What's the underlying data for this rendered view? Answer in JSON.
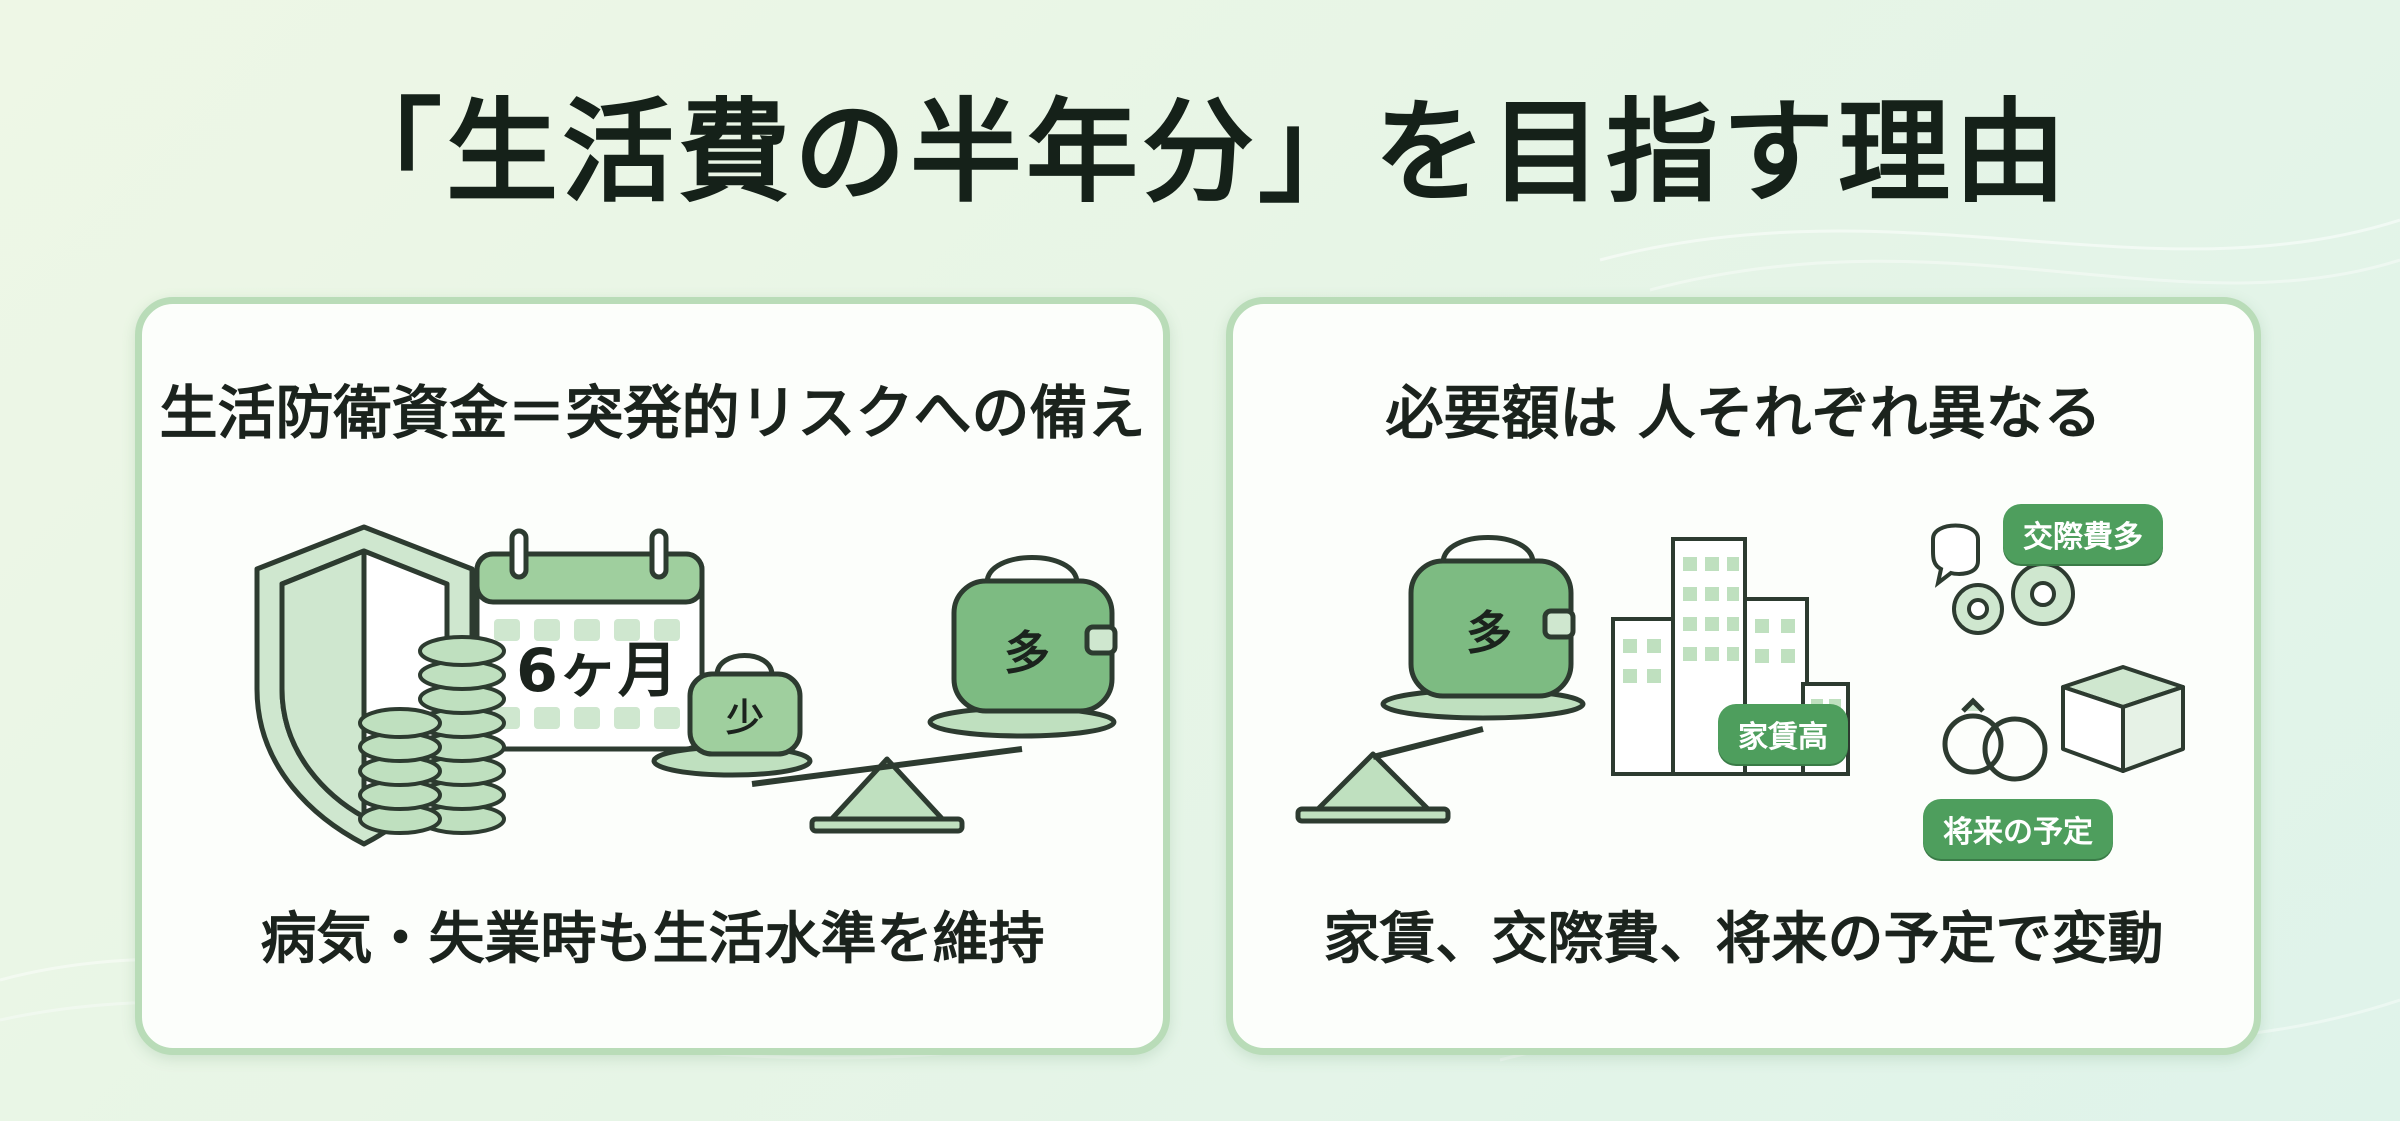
{
  "title": "「生活費の半年分」を目指す理由",
  "left_panel": {
    "heading": "生活防衛資金＝突発的リスクへの備え",
    "calendar_label": "6ヶ月",
    "small_wallet_label": "少",
    "big_wallet_label": "多",
    "caption": "病気・失業時も生活水準を維持"
  },
  "right_panel": {
    "heading": "必要額は 人それぞれ異なる",
    "wallet_label": "多",
    "badges": {
      "social": "交際費多",
      "rent": "家賃高",
      "future": "将来の予定"
    },
    "caption": "家賃、交際費、将来の予定で変動"
  },
  "colors": {
    "accent": "#4e9e5d",
    "light_green": "#cfe7cf",
    "outline": "#2d3b30",
    "panel_border": "#b9dcb8"
  },
  "icons": [
    "shield-icon",
    "coin-stack-icon",
    "calendar-icon",
    "wallet-icon",
    "balance-scale-icon",
    "buildings-icon",
    "gear-icon",
    "rings-icon",
    "box-icon"
  ]
}
